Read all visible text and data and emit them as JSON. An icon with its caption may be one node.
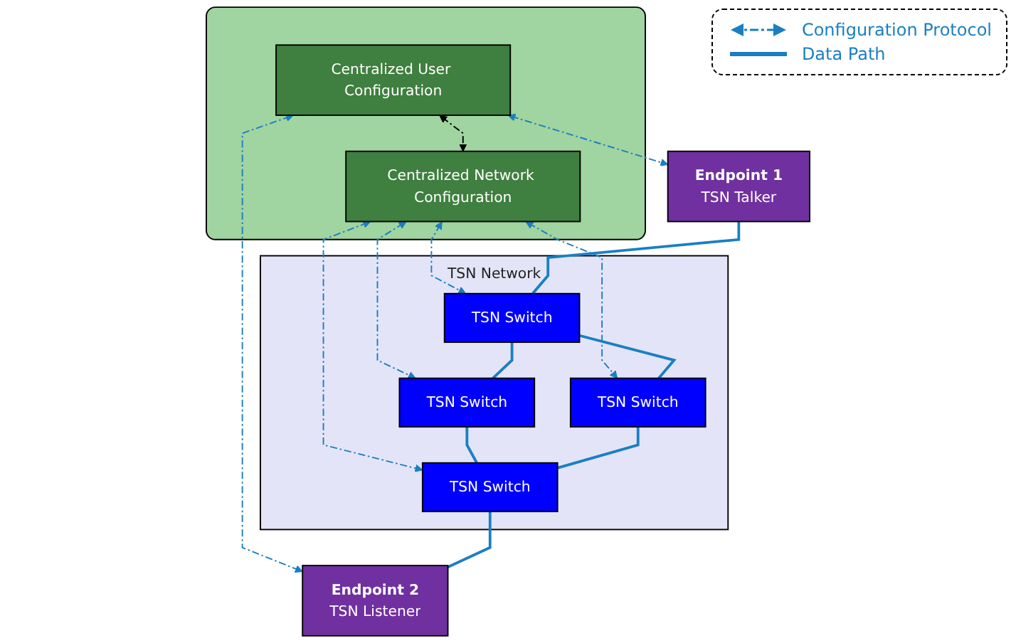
{
  "diagram": {
    "nodes": [
      {
        "text": [],
        "shape": "box"
      },
      {
        "text": [
          "Centralized User Configuration"
        ],
        "in": 0
      },
      {
        "text": [
          "Centralized Network Configuration"
        ],
        "in": 0
      },
      {
        "text": [
          "Endpoint 1",
          "TSN Talker"
        ]
      },
      {
        "text": [
          "TSN Network"
        ]
      },
      {
        "text": [
          "TSN Switch"
        ],
        "in": 4
      },
      {
        "text": [
          "TSN Switch"
        ],
        "in": 4
      },
      {
        "text": [
          "TSN Switch"
        ],
        "in": 4
      },
      {
        "text": [
          "TSN Switch"
        ],
        "in": 4
      },
      {
        "text": [
          "Endpoint 2",
          "TSN Listener"
        ]
      }
    ],
    "edges": [
      {
        "from": 1,
        "to": 3,
        "arrow": "both",
        "style": "dashed"
      },
      {
        "from": 1,
        "to": 9,
        "arrow": "both",
        "style": "dashed"
      },
      {
        "from": 1,
        "to": 2,
        "arrow": "both",
        "style": "dashed",
        "color": "#000000"
      },
      {
        "from": 2,
        "to": 6,
        "arrow": "both",
        "style": "dashed"
      },
      {
        "from": 2,
        "to": 5,
        "arrow": "both",
        "style": "dashed"
      },
      {
        "from": 2,
        "to": 8,
        "arrow": "both",
        "style": "dashed"
      },
      {
        "from": 2,
        "to": 7,
        "arrow": "both",
        "style": "dashed"
      },
      {
        "from": 3,
        "to": 6,
        "arrow": "none"
      },
      {
        "from": 6,
        "to": 5,
        "arrow": "none"
      },
      {
        "from": 5,
        "to": 7,
        "arrow": "none"
      },
      {
        "from": 6,
        "to": 8,
        "arrow": "none"
      },
      {
        "from": 8,
        "to": 7,
        "arrow": "none"
      },
      {
        "from": 7,
        "to": 9,
        "arrow": "none"
      }
    ],
    "legend": [
      {
        "text": "Configuration Protocol"
      },
      {
        "text": "Data Path"
      }
    ]
  }
}
